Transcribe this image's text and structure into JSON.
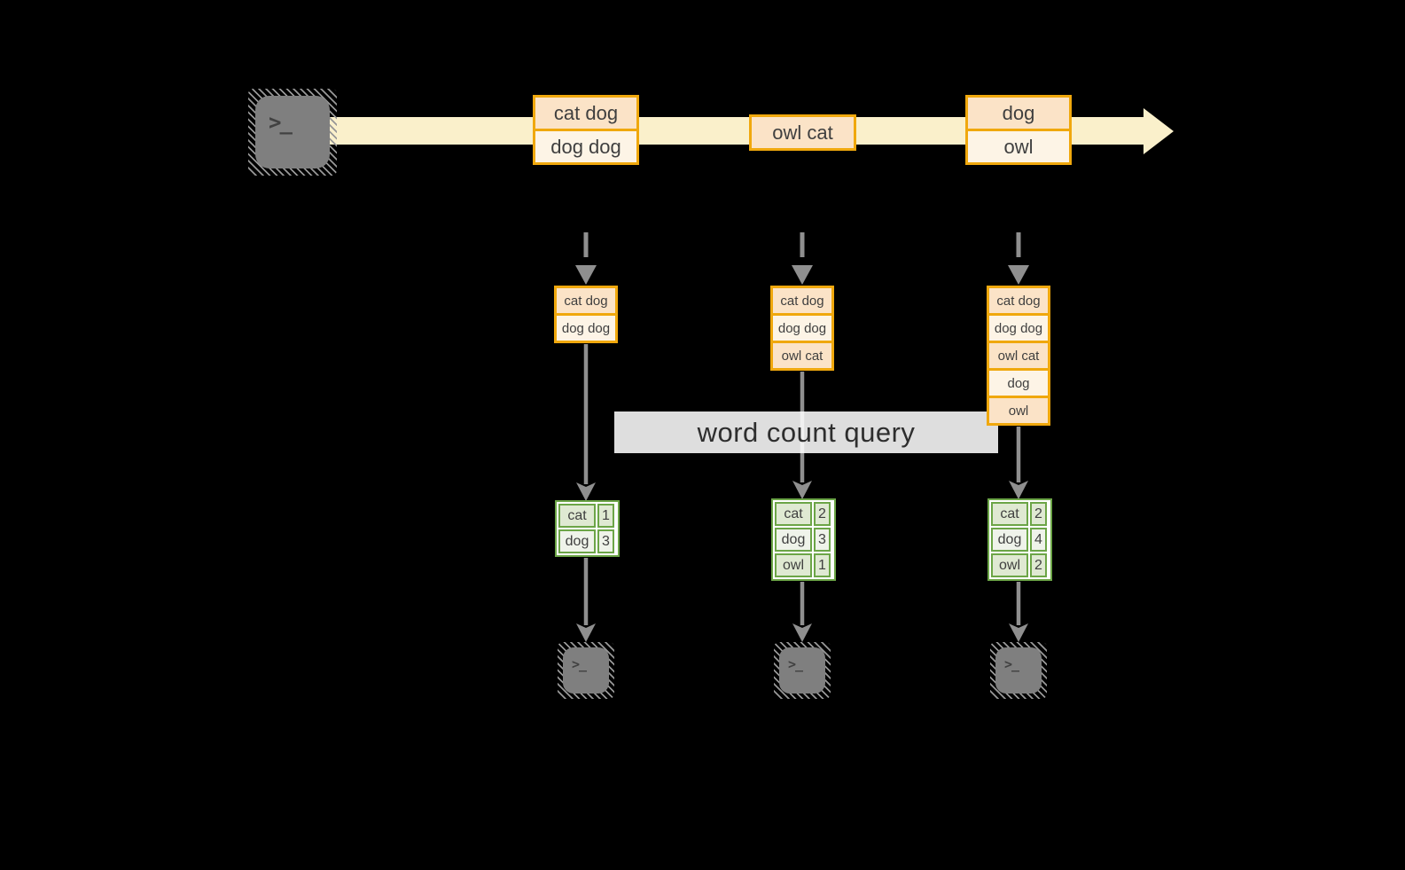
{
  "query_label": "word count query",
  "icons": {
    "terminal_glyph": ">_"
  },
  "colors": {
    "background": "#000000",
    "stream_band": "#faf0cb",
    "box_border": "#f0a80d",
    "cell_peach": "#fbe3c7",
    "cell_cream": "#fdf4e6",
    "table_border": "#6ca547",
    "cell_sage": "#dfe9d2",
    "cell_lightgreen": "#eff3ea",
    "arrow_gray": "#8f8f8f",
    "terminal_gray": "#7f7f7f"
  },
  "stream": {
    "batches": [
      {
        "lines": [
          "cat dog",
          "dog dog"
        ]
      },
      {
        "lines": [
          "owl cat"
        ]
      },
      {
        "lines": [
          "dog",
          "owl"
        ]
      }
    ]
  },
  "state_buffers": [
    {
      "lines": [
        "cat dog",
        "dog dog"
      ]
    },
    {
      "lines": [
        "cat dog",
        "dog dog",
        "owl cat"
      ]
    },
    {
      "lines": [
        "cat dog",
        "dog dog",
        "owl cat",
        "dog",
        "owl"
      ]
    }
  ],
  "results": [
    {
      "rows": [
        {
          "word": "cat",
          "count": "1"
        },
        {
          "word": "dog",
          "count": "3"
        }
      ]
    },
    {
      "rows": [
        {
          "word": "cat",
          "count": "2"
        },
        {
          "word": "dog",
          "count": "3"
        },
        {
          "word": "owl",
          "count": "1"
        }
      ]
    },
    {
      "rows": [
        {
          "word": "cat",
          "count": "2"
        },
        {
          "word": "dog",
          "count": "4"
        },
        {
          "word": "owl",
          "count": "2"
        }
      ]
    }
  ]
}
